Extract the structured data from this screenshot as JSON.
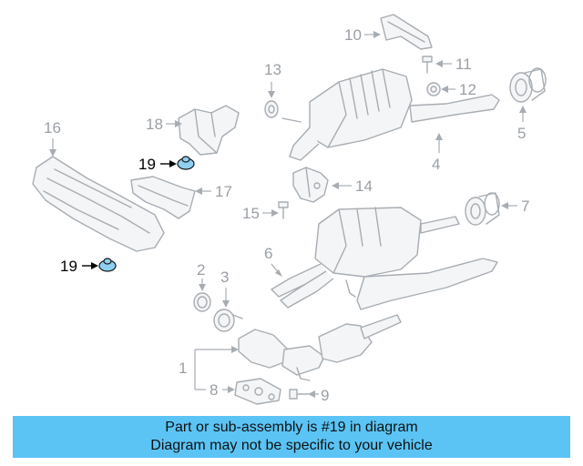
{
  "callouts": [
    "1",
    "2",
    "3",
    "4",
    "5",
    "6",
    "7",
    "8",
    "9",
    "10",
    "11",
    "12",
    "13",
    "14",
    "15",
    "16",
    "17",
    "18",
    "19",
    "19"
  ],
  "highlight_part": "19",
  "banner": {
    "line1": "Part or sub-assembly is #19 in diagram",
    "line2": "Diagram may not be specific to your vehicle",
    "background": "#5bc4f5"
  },
  "colors": {
    "line_art": "#a7adb3",
    "highlight_fill": "#8fd0f0"
  }
}
